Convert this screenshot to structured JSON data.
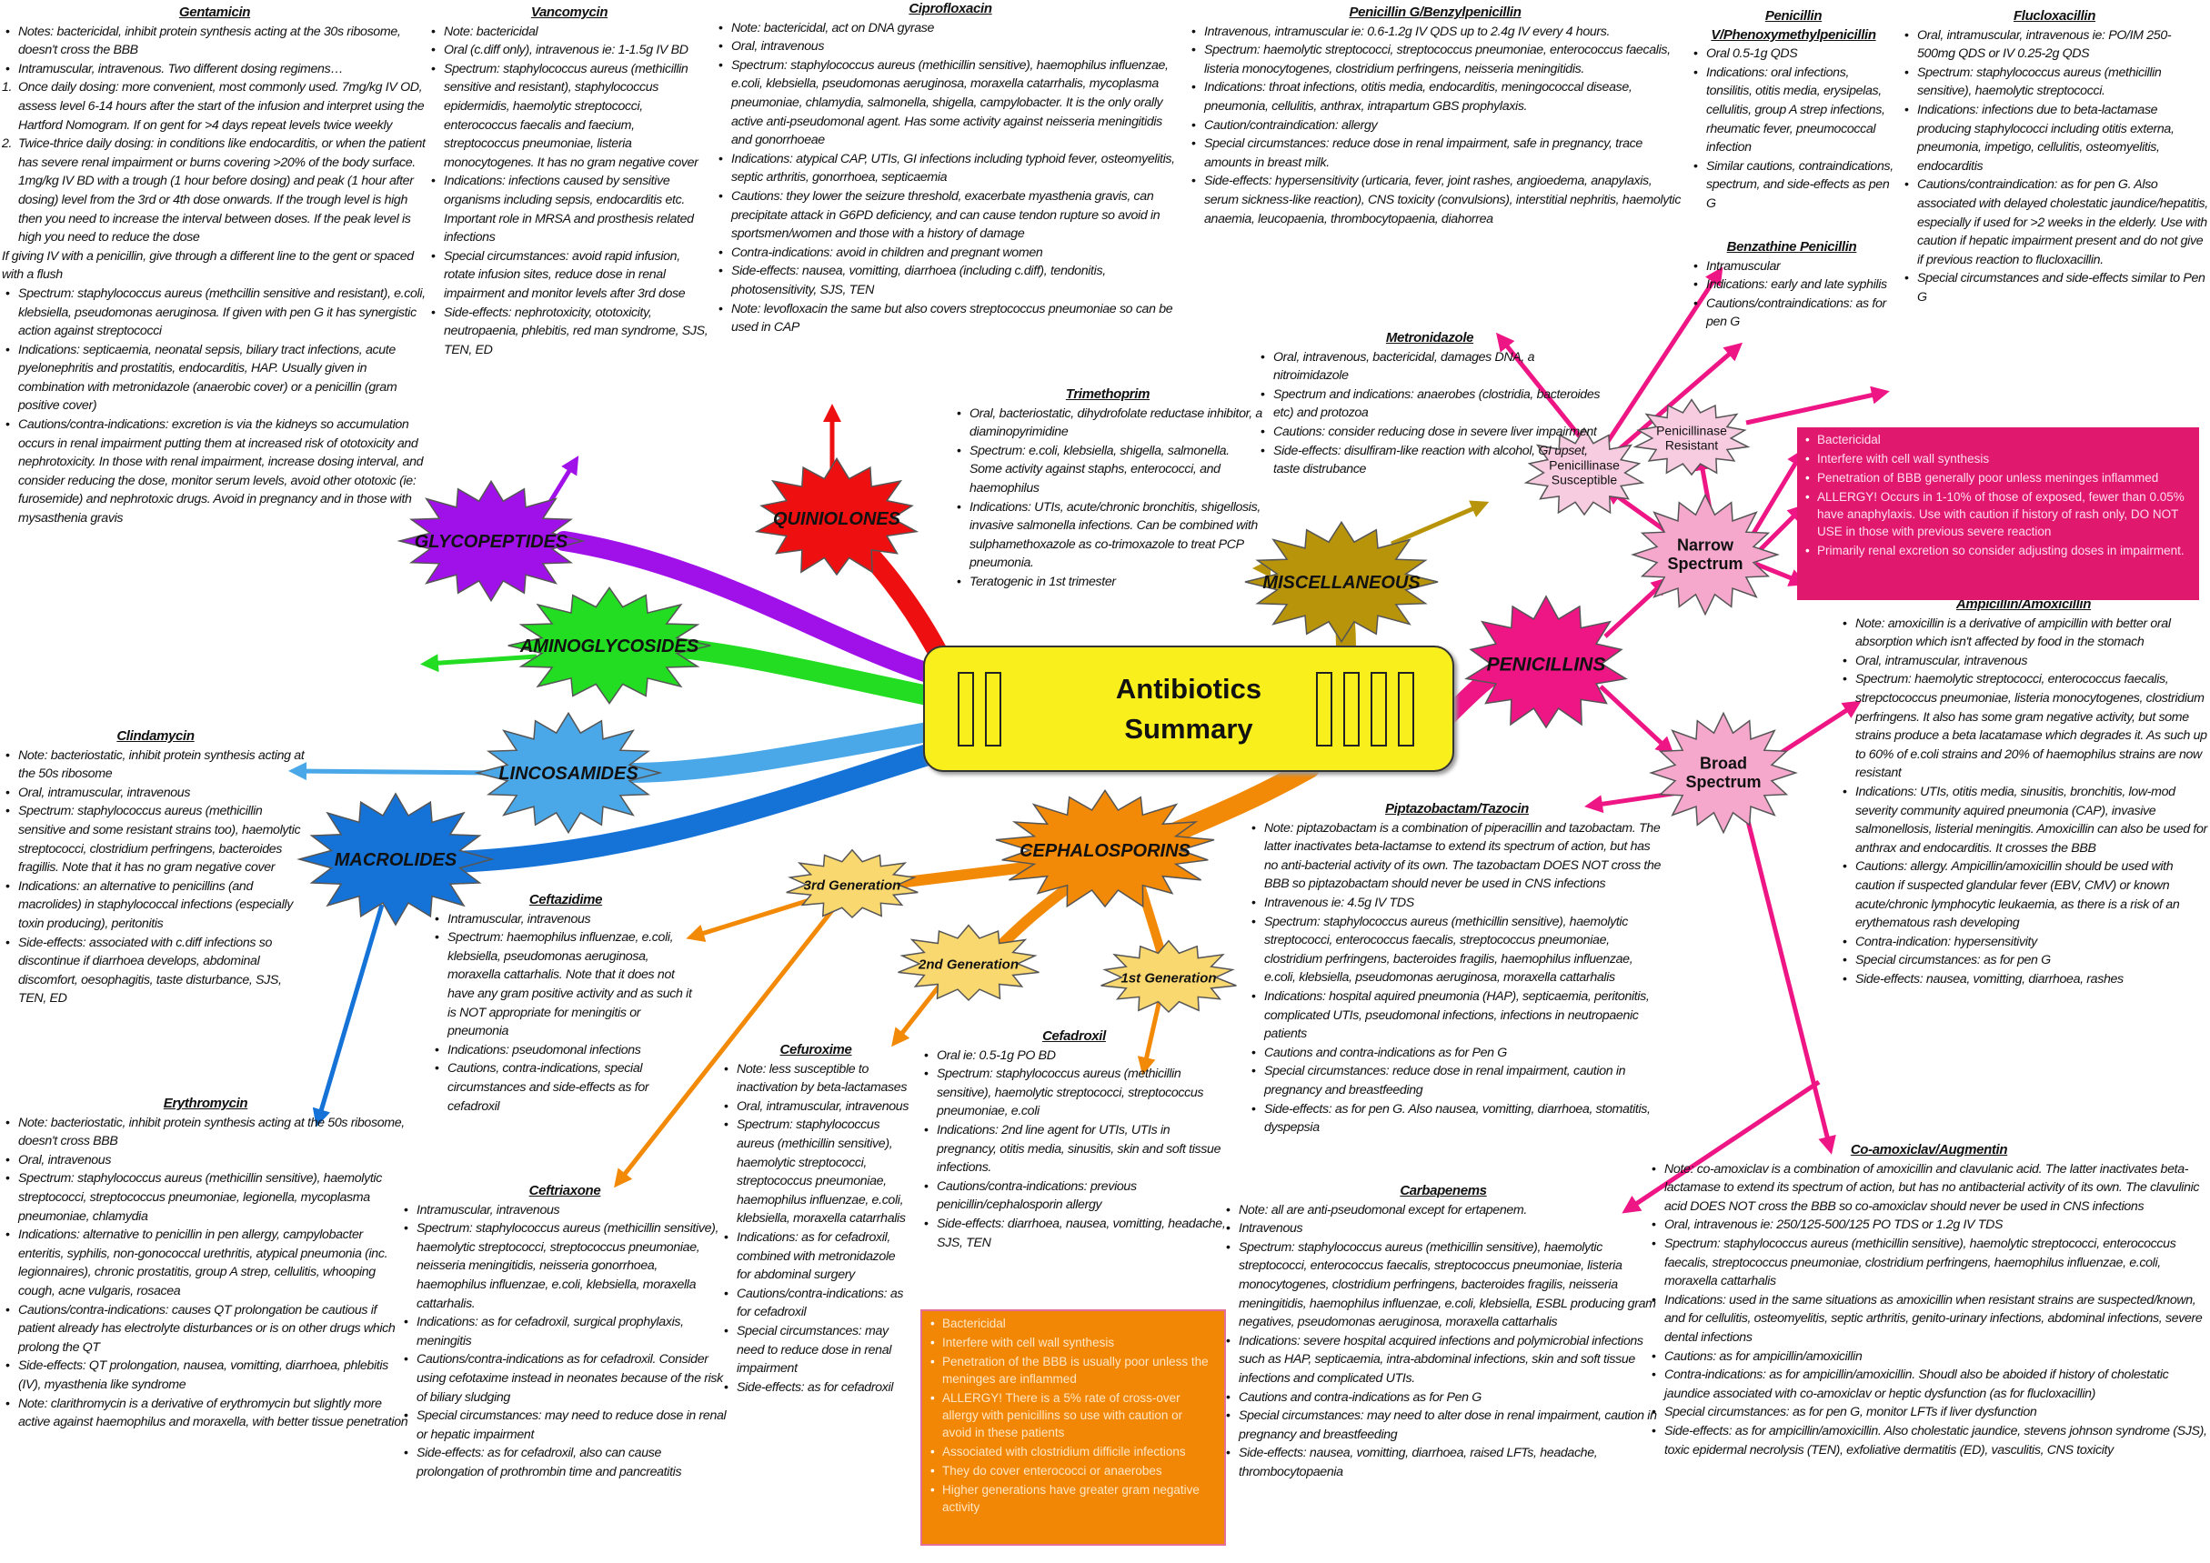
{
  "center": {
    "line1": "Antibiotics",
    "line2": "Summary"
  },
  "stars": [
    {
      "label": "GLYCOPEPTIDES",
      "color": "#a010e8"
    },
    {
      "label": "AMINOGLYCOSIDES",
      "color": "#22dd22"
    },
    {
      "label": "LINCOSAMIDES",
      "color": "#4aa8e8"
    },
    {
      "label": "MACROLIDES",
      "color": "#1573d8"
    },
    {
      "label": "QUINIOLONES",
      "color": "#ee1010"
    },
    {
      "label": "MISCELLANEOUS",
      "color": "#b8940a"
    },
    {
      "label": "PENICILLINS",
      "color": "#ee1585"
    },
    {
      "label": "CEPHALOSPORINS",
      "color": "#f28a08"
    },
    {
      "label": "3rd Generation",
      "color": "#fad870"
    },
    {
      "label": "2nd Generation",
      "color": "#fad870"
    },
    {
      "label": "1st Generation",
      "color": "#fad870"
    },
    {
      "label": "Narrow Spectrum",
      "color": "#f5a8cc"
    },
    {
      "label": "Broad Spectrum",
      "color": "#f5a8cc"
    },
    {
      "label": "Penicillinase Susceptible",
      "color": "#f8cce0"
    },
    {
      "label": "Penicillinase Resistant",
      "color": "#f8cce0"
    }
  ],
  "blocks": {
    "gentamicin": {
      "title": "Gentamicin",
      "items": [
        "Notes: bactericidal, inhibit protein synthesis acting at the 30s ribosome, doesn't cross the BBB",
        "Intramuscular, intravenous. Two different dosing regimens…",
        {
          "n": "1.",
          "text": "Once daily dosing: more convenient, most commonly used. 7mg/kg IV OD, assess level 6-14 hours after the start of the infusion and interpret using the Hartford Nomogram. If on gent for >4 days repeat levels twice weekly"
        },
        {
          "n": "2.",
          "text": "Twice-thrice daily dosing: in conditions like endocarditis, or when the patient has severe renal impairment or burns covering >20% of the body surface. 1mg/kg IV BD with a trough (1 hour before dosing) and peak (1 hour after dosing) level from the 3rd or 4th dose onwards. If the trough level is high then you need to increase the interval between doses. If the peak level is high you need to reduce the dose"
        },
        {
          "plain": "If giving IV with a penicillin, give through a different line to the gent or spaced with a flush"
        },
        "Spectrum: staphylococcus aureus (methcillin sensitive and resistant), e.coli, klebsiella, pseudomonas aeruginosa. If given with pen G it has synergistic action against streptococci",
        "Indications: septicaemia, neonatal sepsis, biliary tract infections, acute pyelonephritis and prostatitis, endocarditis, HAP. Usually given in combination with metronidazole (anaerobic cover) or a penicillin (gram positive cover)",
        "Cautions/contra-indications: excretion is via the kidneys so accumulation occurs in renal impairment putting them at increased risk of ototoxicity and nephrotoxicity. In those with renal impairment, increase dosing interval, and consider reducing the dose, monitor serum levels, avoid other ototoxic (ie: furosemide) and nephrotoxic drugs. Avoid in pregnancy and in those with mysasthenia gravis"
      ]
    },
    "vancomycin": {
      "title": "Vancomycin",
      "items": [
        "Note: bactericidal",
        "Oral (c.diff only), intravenous ie: 1-1.5g IV BD",
        "Spectrum: staphylococcus aureus (methicillin sensitive and resistant), staphylococcus epidermidis, haemolytic streptococci, enterococcus faecalis and faecium, streptococcus pneumoniae, listeria monocytogenes. It has no gram negative cover",
        "Indications: infections caused by sensitive organisms including sepsis, endocarditis etc. Important role in MRSA and prosthesis related infections",
        "Special circumstances: avoid rapid infusion, rotate infusion sites, reduce dose in renal impairment and monitor levels after 3rd dose",
        "Side-effects: nephrotoxicity, ototoxicity, neutropaenia, phlebitis, red man syndrome, SJS, TEN, ED"
      ]
    },
    "ciprofloxacin": {
      "title": "Ciprofloxacin",
      "items": [
        "Note: bactericidal, act on DNA gyrase",
        "Oral, intravenous",
        "Spectrum: staphylococcus aureus (methicillin sensitive), haemophilus influenzae, e.coli, klebsiella, pseudomonas aeruginosa, moraxella catarrhalis, mycoplasma pneumoniae, chlamydia, salmonella, shigella, campylobacter. It is the only orally active anti-pseudomonal agent. Has some activity against neisseria meningitidis and gonorrhoeae",
        "Indications: atypical CAP, UTIs, GI infections including typhoid fever, osteomyelitis, septic arthritis, gonorrhoea, septicaemia",
        "Cautions: they lower the seizure threshold, exacerbate myasthenia gravis, can precipitate attack in G6PD deficiency, and can cause tendon rupture so avoid in sportsmen/women and those with a history of damage",
        "Contra-indications: avoid in children and pregnant women",
        "Side-effects: nausea, vomitting, diarrhoea (including c.diff), tendonitis, photosensitivity, SJS, TEN",
        "Note: levofloxacin the same but also covers streptococcus pneumoniae so can be used in CAP"
      ]
    },
    "penicillin_g": {
      "title": "Penicillin G/Benzylpenicillin",
      "items": [
        "Intravenous, intramuscular ie: 0.6-1.2g IV QDS up to 2.4g IV every 4 hours.",
        "Spectrum: haemolytic streptococci, streptococcus pneumoniae, enterococcus faecalis, listeria monocytogenes, clostridium perfringens, neisseria meningitidis.",
        "Indications: throat infections, otitis media, endocarditis, meningococcal disease, pneumonia, cellulitis, anthrax, intrapartum GBS prophylaxis.",
        "Caution/contraindication: allergy",
        "Special circumstances: reduce dose in renal impairment, safe in pregnancy, trace amounts in breast milk.",
        "Side-effects: hypersensitivity (urticaria, fever, joint rashes, angioedema, anapylaxis, serum sickness-like reaction), CNS toxicity (convulsions), interstitial nephritis, haemolytic anaemia, leucopaenia, thrombocytopaenia, diahorrea"
      ]
    },
    "penicillin_v": {
      "title": "Penicillin V/Phenoxymethylpenicillin",
      "items": [
        "Oral 0.5-1g QDS",
        "Indications: oral infections, tonsilitis, otitis media, erysipelas, cellulitis, group A strep infections, rheumatic fever, pneumococcal infection",
        "Similar cautions, contraindications, spectrum, and side-effects as pen G"
      ]
    },
    "benzathine": {
      "title": "Benzathine Penicillin",
      "items": [
        "Intramuscular",
        "Indications: early and late syphilis",
        "Cautions/contraindications: as for pen G"
      ]
    },
    "flucloxacillin": {
      "title": "Flucloxacillin",
      "items": [
        "Oral, intramuscular, intravenous ie: PO/IM 250-500mg QDS or IV 0.25-2g QDS",
        "Spectrum: staphylococcus aureus (methicillin sensitive), haemolytic streptococci.",
        "Indications: infections due to beta-lactamase producing staphylococci including otitis externa, pneumonia, impetigo, cellulitis, osteomyelitis, endocarditis",
        "Cautions/contraindication: as for pen G. Also associated with delayed cholestatic jaundice/hepatitis, especially if used for >2 weeks in the elderly. Use with caution if hepatic impairment present and do not give if previous reaction to flucloxacillin.",
        "Special circumstances and side-effects similar to Pen G"
      ]
    },
    "trimethoprim": {
      "title": "Trimethoprim",
      "items": [
        "Oral, bacteriostatic, dihydrofolate reductase inhibitor, a diaminopyrimidine",
        "Spectrum: e.coli, klebsiella, shigella, salmonella. Some activity against staphs, enterococci, and haemophilus",
        "Indications: UTIs, acute/chronic bronchitis, shigellosis, invasive salmonella infections. Can be combined with sulphamethoxazole as co-trimoxazole to treat PCP pneumonia.",
        "Teratogenic in 1st trimester"
      ]
    },
    "metronidazole": {
      "title": "Metronidazole",
      "items": [
        "Oral, intravenous, bactericidal, damages DNA, a nitroimidazole",
        "Spectrum and indications: anaerobes (clostridia, bacteroides etc) and protozoa",
        "Cautions: consider reducing dose in severe liver impairment",
        "Side-effects: disulfiram-like reaction with alcohol, GI upset, taste distrubance"
      ]
    },
    "clindamycin": {
      "title": "Clindamycin",
      "items": [
        "Note: bacteriostatic, inhibit protein synthesis acting at the 50s ribosome",
        "Oral, intramuscular, intravenous",
        "Spectrum: staphylococcus aureus (methicillin sensitive and some resistant strains too), haemolytic streptococci, clostridium perfringens, bacteroides fragillis. Note that it has no gram negative cover",
        "Indications: an alternative to penicillins (and macrolides) in staphylococcal infections (especially toxin producing), peritonitis",
        "Side-effects: associated with c.diff infections so discontinue if diarrhoea develops, abdominal discomfort, oesophagitis, taste disturbance, SJS, TEN, ED"
      ]
    },
    "erythromycin": {
      "title": "Erythromycin",
      "items": [
        "Note: bacteriostatic, inhibit protein synthesis acting at the 50s ribosome, doesn't cross BBB",
        "Oral, intravenous",
        "Spectrum: staphylococcus aureus (methicillin sensitive), haemolytic streptococci, streptococcus pneumoniae, legionella, mycoplasma pneumoniae, chlamydia",
        "Indications: alternative to penicillin in pen allergy, campylobacter enteritis, syphilis, non-gonococcal urethritis, atypical pneumonia (inc. legionnaires), chronic prostatitis, group A strep, cellulitis, whooping cough, acne vulgaris, rosacea",
        "Cautions/contra-indications: causes QT prolongation be cautious if patient already has electrolyte disturbances or is on other drugs which prolong the QT",
        "Side-effects: QT prolongation, nausea, vomitting, diarrhoea, phlebitis (IV), myasthenia like syndrome",
        "Note: clarithromycin is a derivative of erythromycin but slightly more active against haemophilus and moraxella, with better tissue penetration"
      ]
    },
    "ceftazidime": {
      "title": "Ceftazidime",
      "items": [
        "Intramuscular, intravenous",
        "Spectrum: haemophilus influenzae, e.coli, klebsiella, pseudomonas aeruginosa, moraxella cattarhalis. Note that it does not have any gram positive activity and as such it is NOT appropriate for meningitis or pneumonia",
        "Indications: pseudomonal infections",
        "Cautions, contra-indications, special circumstances and side-effects as for cefadroxil"
      ]
    },
    "ceftriaxone": {
      "title": "Ceftriaxone",
      "items": [
        "Intramuscular, intravenous",
        "Spectrum: staphylococcus aureus (methicillin sensitive), haemolytic streptococci, streptococcus pneumoniae, neisseria meningitidis, neisseria gonorrhoea, haemophilus influenzae, e.coli, klebsiella, moraxella cattarhalis.",
        "Indications: as for cefadroxil, surgical prophylaxis, meningitis",
        "Cautions/contra-indications as for cefadroxil. Consider using cefotaxime instead in neonates because of the risk of biliary sludging",
        "Special circumstances: may need to reduce dose in renal or hepatic impairment",
        "Side-effects: as for cefadroxil, also can cause prolongation of prothrombin time and pancreatitis"
      ]
    },
    "cefuroxime": {
      "title": "Cefuroxime",
      "items": [
        "Note: less susceptible to inactivation by beta-lactamases",
        "Oral, intramuscular, intravenous",
        "Spectrum: staphylococcus aureus (methicillin sensitive), haemolytic streptococci, streptococcus pneumoniae, haemophilus influenzae, e.coli, klebsiella, moraxella catarrhalis",
        "Indications: as for cefadroxil, combined with metronidazole for abdominal surgery",
        "Cautions/contra-indications: as for cefadroxil",
        "Special circumstances: may need to reduce dose in renal impairment",
        "Side-effects: as for cefadroxil"
      ]
    },
    "cefadroxil": {
      "title": "Cefadroxil",
      "items": [
        "Oral ie: 0.5-1g PO BD",
        "Spectrum: staphylococcus aureus (methicillin sensitive), haemolytic streptococci, streptococcus pneumoniae, e.coli",
        "Indications: 2nd line agent for UTIs, UTIs in pregnancy, otitis media, sinusitis, skin and soft tissue infections.",
        "Cautions/contra-indications: previous penicillin/cephalosporin allergy",
        "Side-effects: diarrhoea, nausea, vomitting, headache, SJS, TEN"
      ]
    },
    "piptazobactam": {
      "title": "Piptazobactam/Tazocin",
      "items": [
        "Note: piptazobactam is a combination of piperacillin and tazobactam. The latter inactivates beta-lactamse to extend its spectrum of action, but has no anti-bacterial activity of its own. The tazobactam DOES NOT cross the BBB so piptazobactam should never be used in CNS infections",
        "Intravenous ie: 4.5g IV TDS",
        "Spectrum: staphylococcus aureus (methicillin sensitive), haemolytic streptococci, enterococcus faecalis, streptococcus pneumoniae, clostridium perfringens, bacteroides fragilis, haemophilus influenzae, e.coli, klebsiella, pseudomonas aeruginosa, moraxella cattarhalis",
        "Indications: hospital aquired pneumonia (HAP), septicaemia, peritonitis, complicated UTIs, pseudomonal infections, infections in neutropaenic patients",
        "Cautions and contra-indications as for Pen G",
        "Special circumstances: reduce dose in renal impairment, caution in pregnancy and breastfeeding",
        "Side-effects: as for pen G. Also nausea, vomitting, diarrhoea, stomatitis, dyspepsia"
      ]
    },
    "carbapenems": {
      "title": "Carbapenems",
      "items": [
        "Note: all are anti-pseudomonal except for ertapenem.",
        "Intravenous",
        "Spectrum: staphylococcus aureus (methicillin sensitive), haemolytic streptococci, enterococcus faecalis, streptococcus pneumoniae, listeria monocytogenes, clostridium perfringens, bacteroides fragilis, neisseria meningitidis, haemophilus influenzae, e.coli, klebsiella, ESBL producing gram negatives, pseudomonas aeruginosa, moraxella cattarhalis",
        "Indications: severe hospital acquired infections and polymicrobial infections such as HAP, septicaemia, intra-abdominal infections, skin and soft tissue infections and complicated UTIs.",
        "Cautions and contra-indications as for Pen G",
        "Special circumstances: may need to alter dose in renal impairment, caution in pregnancy and breastfeeding",
        "Side-effects: nausea, vomitting, diarrhoea, raised LFTs, headache, thrombocytopaenia"
      ]
    },
    "ampicillin": {
      "title": "Ampicillin/Amoxicillin",
      "items": [
        "Note: amoxicillin is a derivative of ampicillin with better oral absorption which isn't affected by food in the stomach",
        "Oral, intramuscular, intravenous",
        "Spectrum: haemolytic streptococci, enterococcus faecalis, strepctococcus pneumoniae, listeria monocytogenes, clostridium perfringens. It also has some gram negative activity, but some strains produce a beta lacatamase which degrades it. As such up to 60% of e.coli strains and 20% of haemophilus strains are now resistant",
        "Indications: UTIs, otitis media, sinusitis, bronchitis, low-mod severity community aquired pneumonia (CAP), invasive salmonellosis, listerial meningitis. Amoxicillin can also be used for anthrax and endocarditis. It crosses the BBB",
        "Cautions: allergy. Ampicillin/amoxicillin should be used with caution if suspected glandular fever (EBV, CMV) or known acute/chronic lymphocytic leukaemia, as there is a risk of an erythematous rash developing",
        "Contra-indication: hypersensitivity",
        "Special circumstances: as for pen G",
        "Side-effects: nausea, vomitting, diarrhoea, rashes"
      ]
    },
    "coamoxiclav": {
      "title": "Co-amoxiclav/Augmentin",
      "items": [
        "Note: co-amoxiclav is a combination of amoxicillin and clavulanic acid. The latter inactivates beta-lactamase to extend its spectrum of action, but has no antibacterial activity of its own. The clavulinic acid DOES NOT cross the BBB so co-amoxiclav should never be used in CNS infections",
        "Oral, intravenous ie: 250/125-500/125 PO TDS or 1.2g IV TDS",
        "Spectrum: staphylococcus aureus (methicillin sensitive), haemolytic streptococci, enterococcus faecalis, streptococcus pneumoniae, clostridium perfringens, haemophilus influenzae, e.coli, moraxella cattarhalis",
        "Indications: used in the same situations as amoxicillin when resistant strains are suspected/known, and for cellulitis, osteomyelitis, septic arthritis, genito-urinary infections, abdominal infections, severe dental infections",
        "Cautions: as for ampicillin/amoxicillin",
        "Contra-indications: as for ampicillin/amoxicillin. Shoudl also be aboided if history of cholestatic jaundice associated with co-amoxiclav or heptic dysfunction (as for flucloxacillin)",
        "Special circumstances: as for pen G, monitor LFTs if liver dysfunction",
        "Side-effects: as for ampicillin/amoxicillin. Also cholestatic jaundice, stevens johnson syndrome (SJS), toxic epidermal necrolysis (TEN), exfoliative dermatitis (ED), vasculitis, CNS toxicity"
      ]
    }
  },
  "notes": {
    "penicillins": {
      "color": "#e0186e",
      "items": [
        "Bactericidal",
        "Interfere with cell wall synthesis",
        "Penetration of BBB generally poor unless meninges inflammed",
        "ALLERGY! Occurs in 1-10% of those of exposed, fewer than 0.05% have anaphylaxis. Use with caution if history of rash only, DO NOT USE in those with previous severe reaction",
        "Primarily renal excretion so consider adjusting doses in impairment."
      ]
    },
    "cephalosporins": {
      "color": "#f28705",
      "items": [
        "Bactericidal",
        "Interfere with cell wall synthesis",
        "Penetration of the BBB is usually poor unless the meninges are inflammed",
        "ALLERGY! There is a 5% rate of cross-over allergy with penicillins so use with caution or avoid in these patients",
        "Associated with clostridium difficile infections",
        "They do cover enterococci or anaerobes",
        "Higher generations have greater gram negative activity"
      ]
    }
  }
}
